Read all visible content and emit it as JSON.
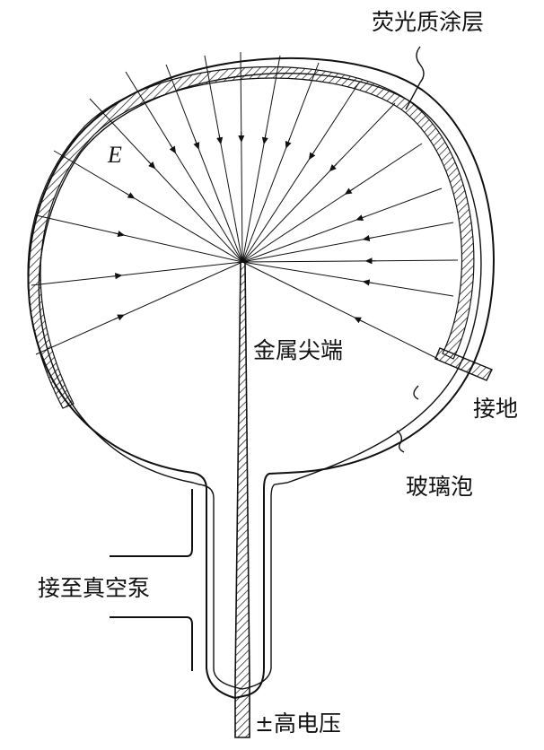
{
  "labels": {
    "phosphor_coating": "荧光质涂层",
    "field": "E",
    "metal_tip": "金属尖端",
    "ground": "接地",
    "glass_bulb": "玻璃泡",
    "vacuum_pump": "接至真空泵",
    "high_voltage": "±高电压"
  },
  "colors": {
    "ink": "#111111",
    "background": "#ffffff"
  },
  "field_line_count": 20
}
